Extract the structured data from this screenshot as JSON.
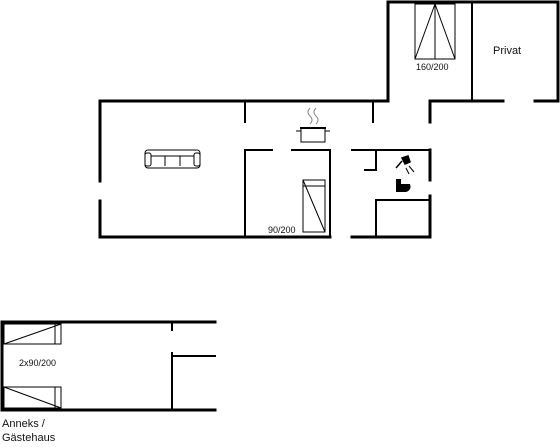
{
  "labels": {
    "private": "Privat",
    "bed_upper": "160/200",
    "bed_lower": "90/200",
    "annex_beds": "2x90/200",
    "annex_line1": "Anneks /",
    "annex_line2": "Gästehaus"
  },
  "icons": [
    "sofa-icon",
    "cooking-pot-icon",
    "shower-icon",
    "toilet-icon",
    "double-bed-icon",
    "single-bed-icon",
    "bunk-bed-icon"
  ],
  "colors": {
    "wall": "#000000",
    "background": "#ffffff"
  }
}
